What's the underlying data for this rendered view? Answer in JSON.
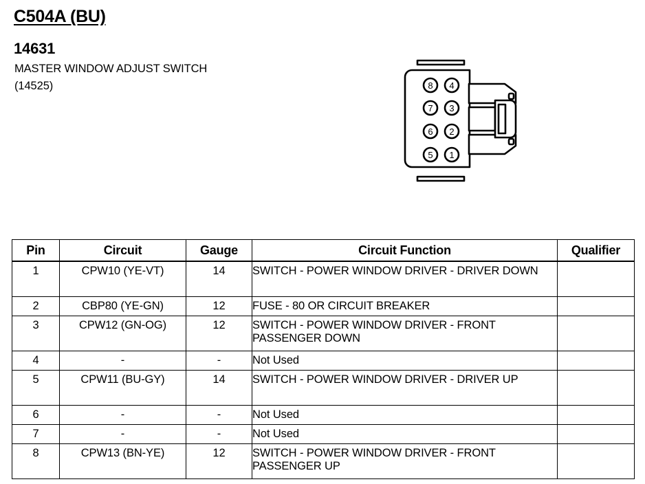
{
  "header": {
    "connector_title": "C504A (BU)",
    "part_number": "14631",
    "part_description": "MASTER WINDOW ADJUST SWITCH",
    "part_alt_number": "(14525)"
  },
  "connector": {
    "name": "master-window-adjust-switch-connector",
    "cavity_count": 8,
    "pins": [
      {
        "label": "8",
        "column": "left",
        "row": 1
      },
      {
        "label": "4",
        "column": "right",
        "row": 1
      },
      {
        "label": "7",
        "column": "left",
        "row": 2
      },
      {
        "label": "3",
        "column": "right",
        "row": 2
      },
      {
        "label": "6",
        "column": "left",
        "row": 3
      },
      {
        "label": "2",
        "column": "right",
        "row": 3
      },
      {
        "label": "5",
        "column": "left",
        "row": 4
      },
      {
        "label": "1",
        "column": "right",
        "row": 4
      }
    ]
  },
  "table": {
    "columns": [
      "Pin",
      "Circuit",
      "Gauge",
      "Circuit Function",
      "Qualifier"
    ],
    "rows": [
      {
        "pin": "1",
        "circuit": "CPW10 (YE-VT)",
        "gauge": "14",
        "function": "SWITCH - POWER WINDOW DRIVER - DRIVER DOWN",
        "qualifier": ""
      },
      {
        "pin": "2",
        "circuit": "CBP80 (YE-GN)",
        "gauge": "12",
        "function": "FUSE - 80 OR CIRCUIT BREAKER",
        "qualifier": ""
      },
      {
        "pin": "3",
        "circuit": "CPW12 (GN-OG)",
        "gauge": "12",
        "function": "SWITCH - POWER WINDOW DRIVER - FRONT PASSENGER DOWN",
        "qualifier": ""
      },
      {
        "pin": "4",
        "circuit": "-",
        "gauge": "-",
        "function": "Not Used",
        "qualifier": ""
      },
      {
        "pin": "5",
        "circuit": "CPW11 (BU-GY)",
        "gauge": "14",
        "function": "SWITCH - POWER WINDOW DRIVER - DRIVER UP",
        "qualifier": ""
      },
      {
        "pin": "6",
        "circuit": "-",
        "gauge": "-",
        "function": "Not Used",
        "qualifier": ""
      },
      {
        "pin": "7",
        "circuit": "-",
        "gauge": "-",
        "function": "Not Used",
        "qualifier": ""
      },
      {
        "pin": "8",
        "circuit": "CPW13 (BN-YE)",
        "gauge": "12",
        "function": "SWITCH - POWER WINDOW DRIVER - FRONT PASSENGER UP",
        "qualifier": ""
      }
    ]
  },
  "colors": {
    "background": "#ffffff",
    "ink": "#000000"
  }
}
